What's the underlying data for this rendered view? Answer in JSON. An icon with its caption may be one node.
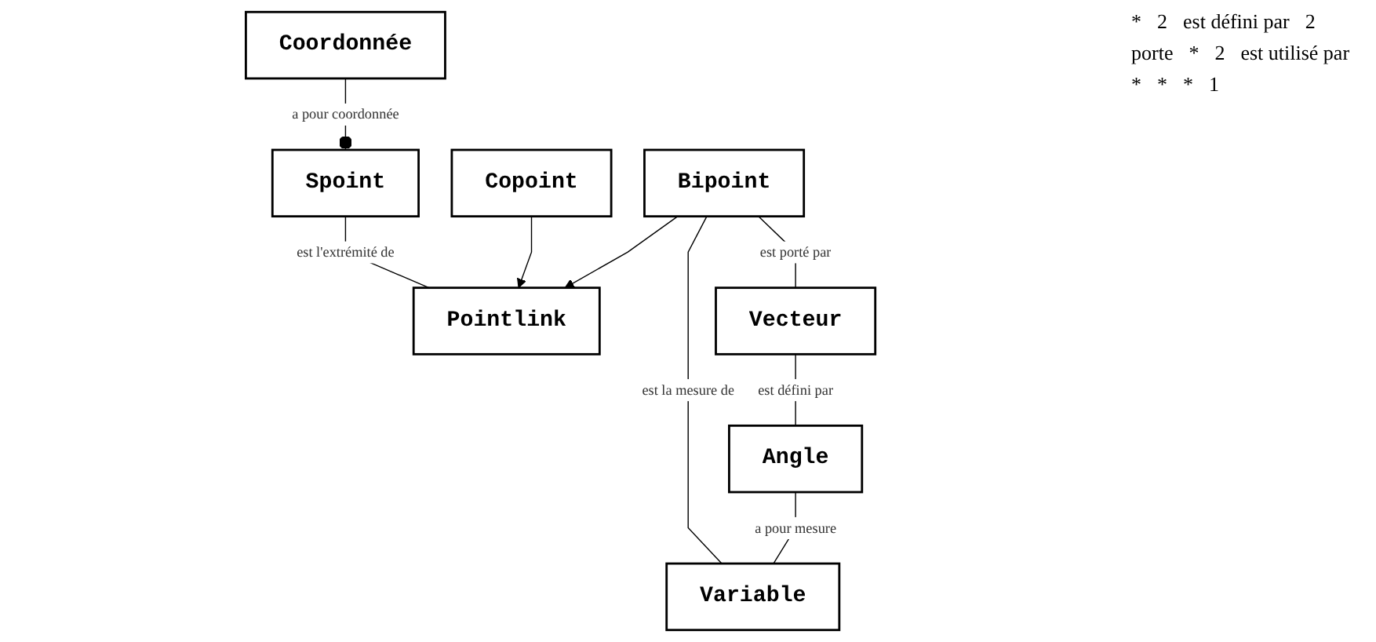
{
  "diagram": {
    "nodes": [
      {
        "text": [
          "Spoint"
        ]
      },
      {
        "text": [
          "Pointlink"
        ]
      },
      {
        "text": [
          "Vecteur"
        ]
      },
      {
        "text": [
          "Coordonnée"
        ]
      },
      {
        "text": [
          "Copoint"
        ]
      },
      {
        "text": [
          "Bipoint"
        ]
      },
      {
        "text": [
          "Angle"
        ]
      },
      {
        "text": [
          "Variable"
        ]
      }
    ],
    "edges": [
      {
        "from": 0,
        "to": 1,
        "arrow": "none",
        "label": "est l'extrémité de"
      },
      {
        "from": 0,
        "to": 3,
        "arrow": "other",
        "label": "a pour coordonnée"
      },
      {
        "from": 4,
        "to": 1,
        "arrow": "to"
      },
      {
        "from": 5,
        "to": 1,
        "arrow": "to"
      },
      {
        "from": 5,
        "to": 2,
        "arrow": "none",
        "label": "est porté par"
      },
      {
        "from": 2,
        "to": 6,
        "arrow": "none",
        "label": "est défini par"
      },
      {
        "from": 5,
        "to": 7,
        "arrow": "none",
        "label": "est la mesure de"
      },
      {
        "from": 6,
        "to": 7,
        "arrow": "none",
        "label": "a pour mesure"
      }
    ],
    "labels": [
      "*",
      "2",
      "est défini par",
      "2",
      "porte",
      "*",
      "2",
      "est utilisé par",
      "*",
      "*",
      "*",
      "1"
    ]
  }
}
